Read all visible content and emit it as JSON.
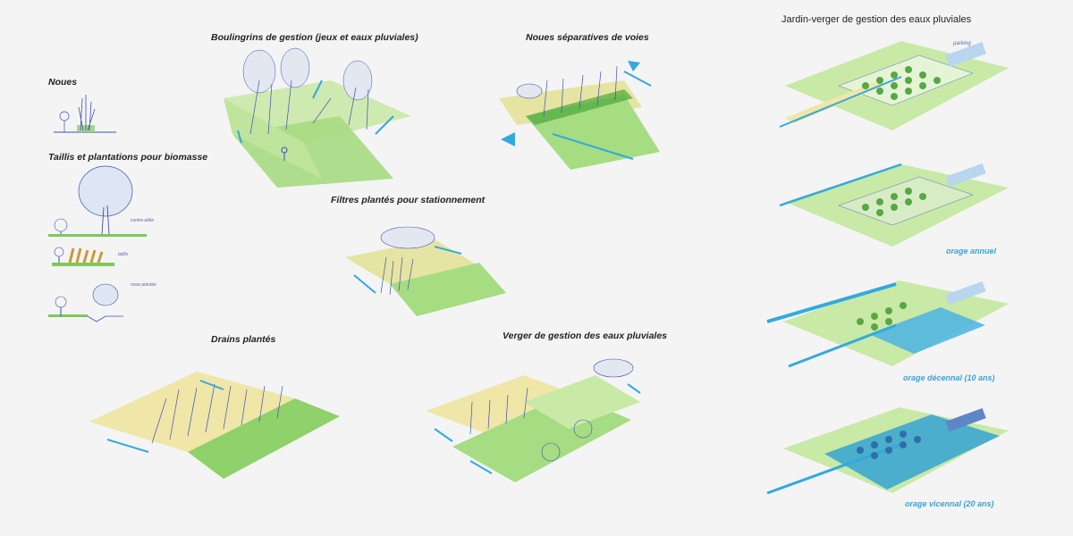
{
  "titles": {
    "noues": "Noues",
    "taillis": "Taillis et plantations pour biomasse",
    "boulingrins": "Boulingrins de gestion (jeux et eaux pluviales)",
    "noues_separatives": "Noues séparatives de voies",
    "filtres": "Filtres plantés pour stationnement",
    "drains": "Drains plantés",
    "verger": "Verger de gestion des eaux pluviales",
    "jardin_verger": "Jardin-verger de gestion des eaux pluviales"
  },
  "labels": {
    "parking": "parking"
  },
  "scenarios": [
    "orage annuel",
    "orage décennal (10 ans)",
    "orage vicennal (20 ans)"
  ],
  "colors": {
    "green": "#8fd16a",
    "light_green": "#c9e9a6",
    "water_blue": "#33a9de",
    "sketch_blue": "#3c4fb8",
    "sand": "#efe6a8"
  }
}
